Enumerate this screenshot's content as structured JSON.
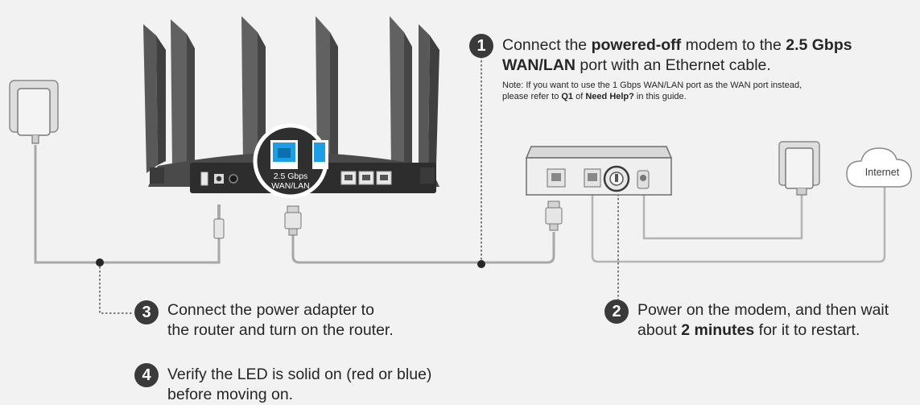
{
  "step1": {
    "number": "1",
    "pre": "Connect the ",
    "bold1": "powered-off",
    "mid": " modem to the ",
    "bold2": "2.5 Gbps",
    "bold3": "WAN/LAN",
    "post": " port with an Ethernet cable.",
    "note_pre": "Note: If you want to use the 1 Gbps WAN/LAN port as the WAN port instead,",
    "note_line2_pre": "please refer to ",
    "note_bold1": "Q1",
    "note_mid": " of ",
    "note_bold2": "Need Help?",
    "note_post": " in this guide."
  },
  "step2": {
    "number": "2",
    "line1": "Power on the modem, and then wait",
    "line2_pre": "about ",
    "line2_bold": "2 minutes",
    "line2_post": " for it to restart."
  },
  "step3": {
    "number": "3",
    "line1": "Connect the power adapter to",
    "line2": "the router and turn on the router."
  },
  "step4": {
    "number": "4",
    "line1": "Verify the LED is solid on (red or blue)",
    "line2": "before moving on."
  },
  "router": {
    "port_callout_line1": "2.5 Gbps",
    "port_callout_line2": "WAN/LAN"
  },
  "internet_label": "Internet",
  "icons": [
    "router-icon",
    "modem-icon",
    "power-adapter-icon",
    "cloud-icon",
    "ethernet-plug-icon",
    "dc-plug-icon"
  ],
  "colors": {
    "accent_blue": "#1c9ee6",
    "badge": "#3a3a3a",
    "device": "#6e6e6e",
    "cable": "#a8a8a8"
  }
}
